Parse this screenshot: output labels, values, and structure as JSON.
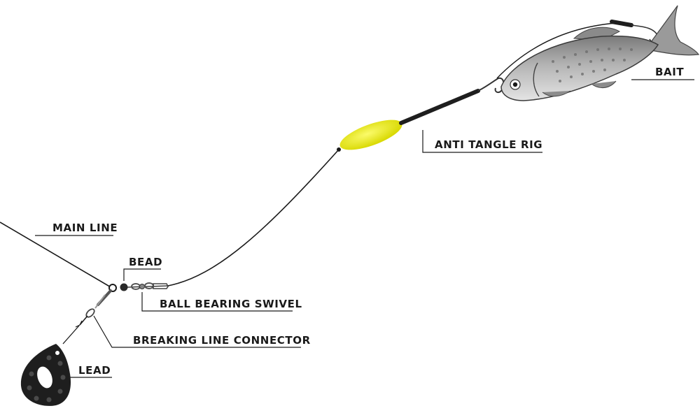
{
  "labels": {
    "bait": "BAIT",
    "anti_tangle_rig": "ANTI TANGLE RIG",
    "main_line": "MAIN LINE",
    "bead": "BEAD",
    "ball_bearing_swivel": "BALL BEARING SWIVEL",
    "breaking_line_connector": "BREAKING LINE CONNECTOR",
    "lead": "LEAD"
  },
  "colors": {
    "line": "#1a1a1a",
    "float": "#e6e61a",
    "fish_body": "#a8a8a8",
    "fish_belly": "#dcdcdc",
    "lead": "#1e1e1e",
    "lead_dots": "#555555"
  }
}
